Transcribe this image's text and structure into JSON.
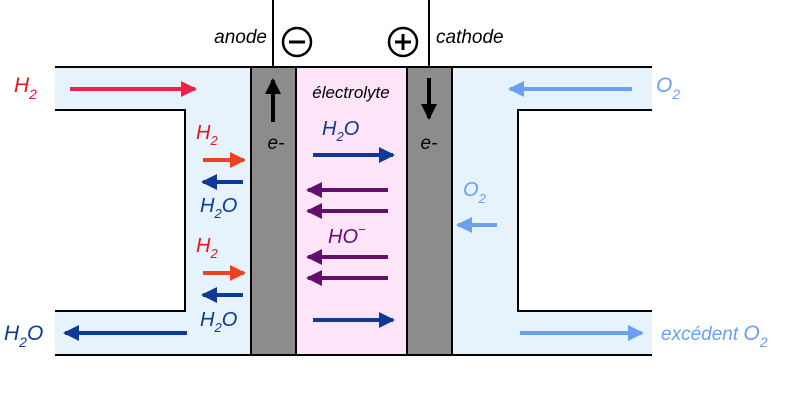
{
  "labels": {
    "anode": "anode",
    "cathode": "cathode",
    "electrolyte": "électrolyte",
    "minus_sign": "−",
    "plus_sign": "+",
    "electron_left": "e-",
    "electron_right": "e-",
    "h2_inlet_main": "H",
    "h2_inlet_sub": "2",
    "o2_inlet_main": "O",
    "o2_inlet_sub": "2",
    "h2_upper_main": "H",
    "h2_upper_sub": "2",
    "h2o_upper_main": "H",
    "h2o_upper_sub": "2",
    "h2o_upper_end": "O",
    "h2_lower_main": "H",
    "h2_lower_sub": "2",
    "h2o_lower_main": "H",
    "h2o_lower_sub": "2",
    "h2o_lower_end": "O",
    "h2o_outlet_main": "H",
    "h2o_outlet_sub": "2",
    "h2o_outlet_end": "O",
    "h2o_electrolyte_main": "H",
    "h2o_electrolyte_sub": "2",
    "h2o_electrolyte_end": "O",
    "ho_main": "HO",
    "ho_sup": "−",
    "o2_cathode_main": "O",
    "o2_cathode_sub": "2",
    "excess_prefix": "excédent ",
    "excess_main": "O",
    "excess_sub": "2"
  },
  "colors": {
    "h2_arrow": "#f0204a",
    "h2_label": "#e4141c",
    "h2_inner_arrow": "#f04020",
    "water": "#0c3a96",
    "hydroxide": "#640f6e",
    "oxygen": "#6aa0f0",
    "electrode": "#8c8c8c",
    "electrolyte_fill": "#fde4f8",
    "channel_fill": "#e6f2fc"
  }
}
